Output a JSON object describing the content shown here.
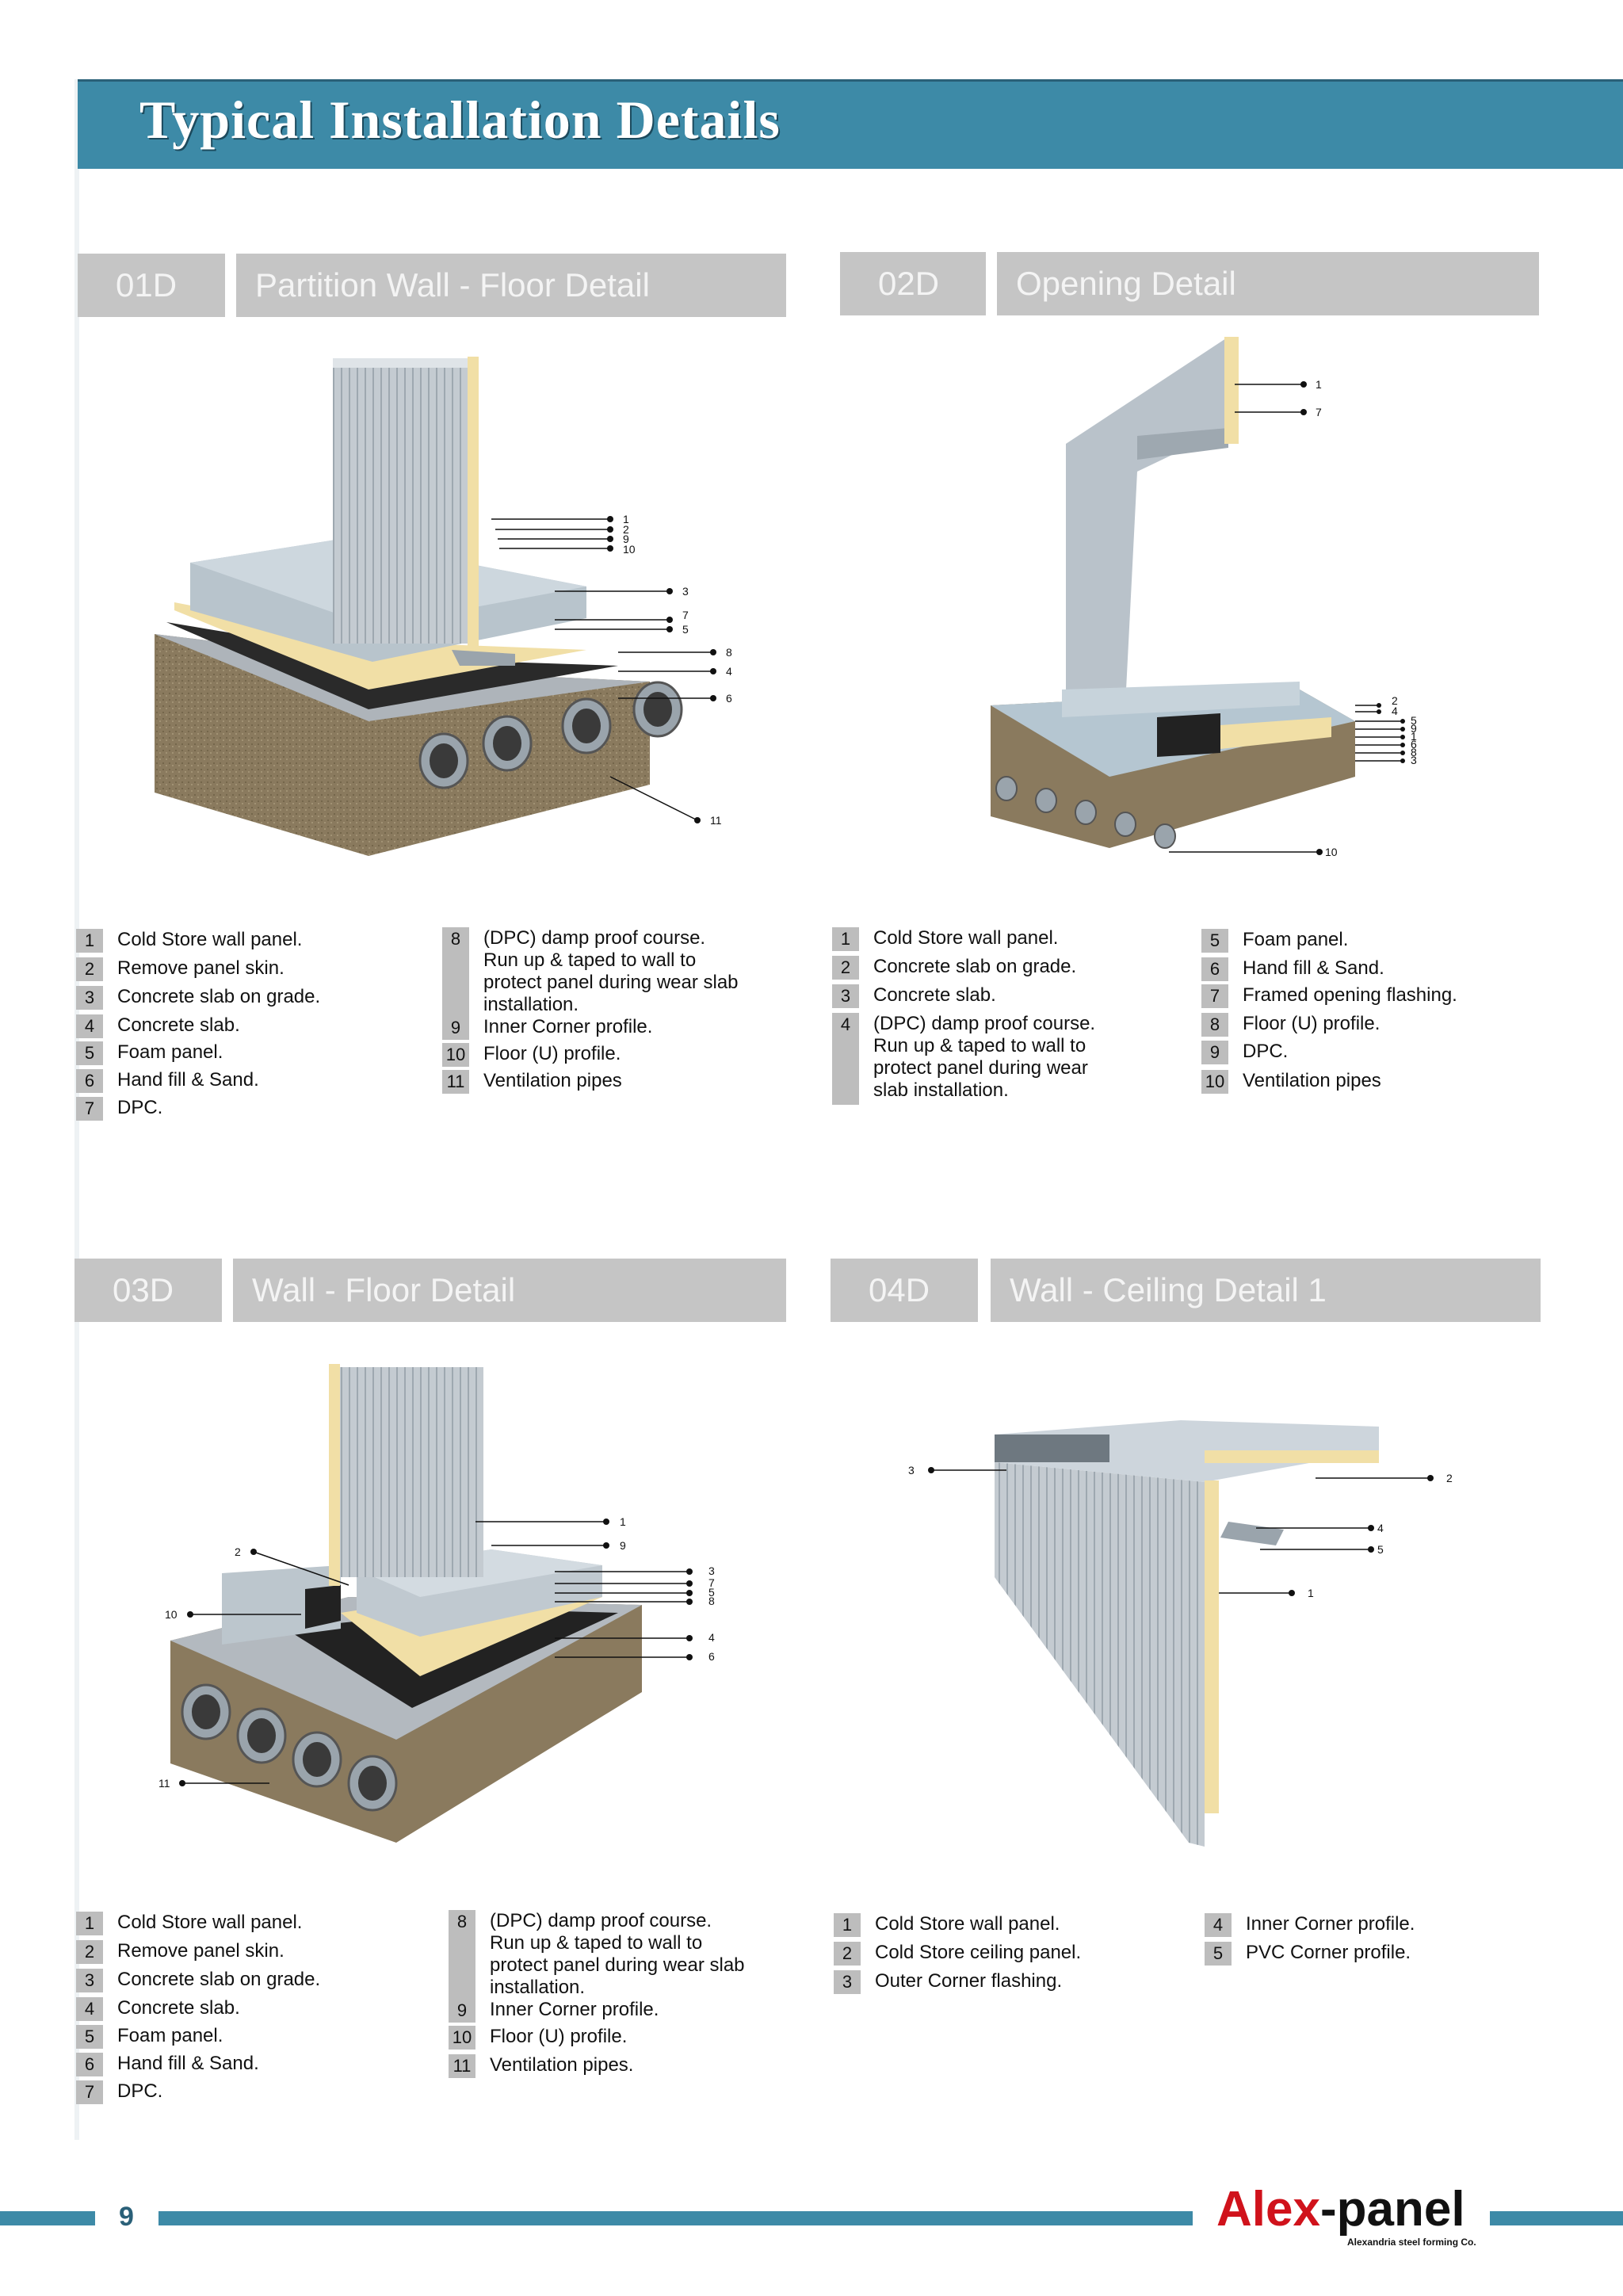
{
  "header": {
    "title": "Typical Installation Details"
  },
  "sections": [
    {
      "code": "01D",
      "title": "Partition Wall - Floor Detail",
      "callouts": [
        "1",
        "2",
        "9",
        "10",
        "3",
        "7",
        "5",
        "8",
        "4",
        "6",
        "11"
      ],
      "legend_left": [
        {
          "n": "1",
          "t": "Cold Store wall panel."
        },
        {
          "n": "2",
          "t": "Remove panel skin."
        },
        {
          "n": "3",
          "t": "Concrete slab on grade."
        },
        {
          "n": "4",
          "t": "Concrete slab."
        },
        {
          "n": "5",
          "t": "Foam panel."
        },
        {
          "n": "6",
          "t": "Hand fill & Sand."
        },
        {
          "n": "7",
          "t": "DPC."
        }
      ],
      "legend_right": [
        {
          "n": "8",
          "t": "(DPC) damp proof course. Run up & taped to wall to protect panel during wear slab installation."
        },
        {
          "n": "9",
          "t": "Inner Corner profile."
        },
        {
          "n": "10",
          "t": "Floor (U) profile."
        },
        {
          "n": "11",
          "t": "Ventilation pipes"
        }
      ]
    },
    {
      "code": "02D",
      "title": "Opening Detail",
      "callouts": [
        "1",
        "7",
        "2",
        "4",
        "5",
        "9",
        "1",
        "6",
        "8",
        "3",
        "10"
      ],
      "legend_left": [
        {
          "n": "1",
          "t": "Cold Store wall panel."
        },
        {
          "n": "2",
          "t": "Concrete slab on grade."
        },
        {
          "n": "3",
          "t": "Concrete slab."
        },
        {
          "n": "4",
          "t": "(DPC) damp proof course. Run up & taped to wall to protect panel during wear slab installation."
        }
      ],
      "legend_right": [
        {
          "n": "5",
          "t": "Foam panel."
        },
        {
          "n": "6",
          "t": "Hand fill & Sand."
        },
        {
          "n": "7",
          "t": "Framed opening flashing."
        },
        {
          "n": "8",
          "t": "Floor (U) profile."
        },
        {
          "n": "9",
          "t": "DPC."
        },
        {
          "n": "10",
          "t": "Ventilation pipes"
        }
      ]
    },
    {
      "code": "03D",
      "title": "Wall - Floor Detail",
      "callouts": [
        "1",
        "9",
        "2",
        "3",
        "7",
        "5",
        "8",
        "10",
        "4",
        "6",
        "11"
      ],
      "legend_left": [
        {
          "n": "1",
          "t": "Cold Store wall panel."
        },
        {
          "n": "2",
          "t": "Remove panel skin."
        },
        {
          "n": "3",
          "t": "Concrete slab on grade."
        },
        {
          "n": "4",
          "t": "Concrete slab."
        },
        {
          "n": "5",
          "t": "Foam panel."
        },
        {
          "n": "6",
          "t": "Hand fill & Sand."
        },
        {
          "n": "7",
          "t": "DPC."
        }
      ],
      "legend_right": [
        {
          "n": "8",
          "t": "(DPC) damp proof course. Run up & taped to wall to protect panel during wear slab installation."
        },
        {
          "n": "9",
          "t": "Inner Corner profile."
        },
        {
          "n": "10",
          "t": "Floor (U) profile."
        },
        {
          "n": "11",
          "t": "Ventilation pipes."
        }
      ]
    },
    {
      "code": "04D",
      "title": "Wall - Ceiling Detail 1",
      "callouts": [
        "3",
        "2",
        "4",
        "5",
        "1"
      ],
      "legend_left": [
        {
          "n": "1",
          "t": "Cold Store wall panel."
        },
        {
          "n": "2",
          "t": "Cold Store ceiling panel."
        },
        {
          "n": "3",
          "t": "Outer Corner flashing."
        }
      ],
      "legend_right": [
        {
          "n": "4",
          "t": "Inner Corner profile."
        },
        {
          "n": "5",
          "t": "PVC Corner profile."
        }
      ]
    }
  ],
  "footer": {
    "page_number": "9",
    "brand_red": "Alex",
    "brand_black": "-panel",
    "brand_sub": "Alexandria steel forming Co."
  },
  "colors": {
    "accent": "#3d8aa7",
    "tag_bg": "#c5c5c5",
    "brand_red": "#d0121b",
    "foam": "#f1dfa6",
    "ground": "#8a7a5e"
  }
}
